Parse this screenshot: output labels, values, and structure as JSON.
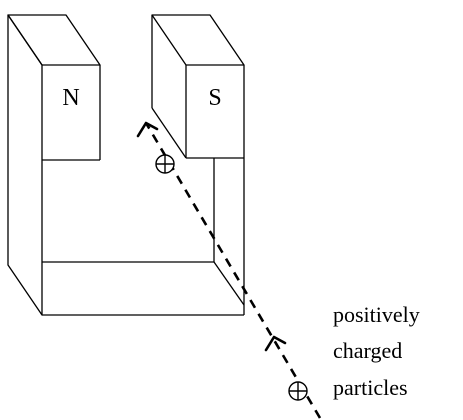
{
  "magnet": {
    "north_label": "N",
    "south_label": "S"
  },
  "caption": {
    "lines": [
      "positively",
      "charged",
      "particles"
    ]
  },
  "symbols": {
    "particle": "⊕"
  },
  "colors": {
    "stroke": "#000000",
    "background": "#ffffff"
  }
}
